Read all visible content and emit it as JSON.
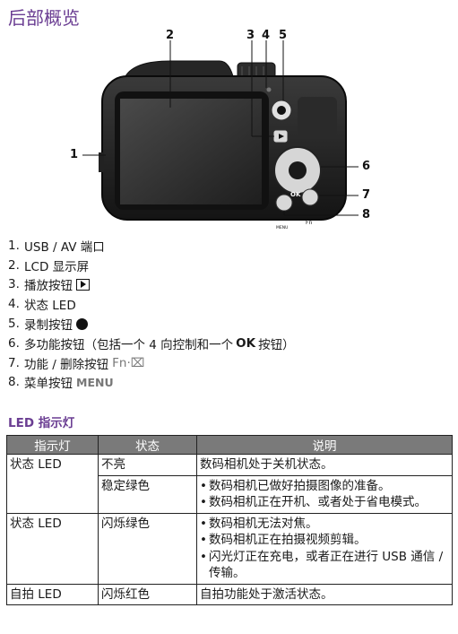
{
  "page": {
    "title": "后部概览",
    "subtitle": "LED 指示灯"
  },
  "diagram": {
    "callouts": [
      "1",
      "2",
      "3",
      "4",
      "5",
      "6",
      "7",
      "8"
    ],
    "button_labels": {
      "ok": "OK",
      "fn": "Fn",
      "menu": "MENU"
    }
  },
  "parts": [
    {
      "num": "1.",
      "text": "USB / AV 端口"
    },
    {
      "num": "2.",
      "text": "LCD 显示屏"
    },
    {
      "num": "3.",
      "text": "播放按钮"
    },
    {
      "num": "4.",
      "text": "状态 LED"
    },
    {
      "num": "5.",
      "text": "录制按钮"
    },
    {
      "num": "6.",
      "text_a": "多功能按钮（包括一个 4 向控制和一个",
      "ok": "OK",
      "text_b": "按钮）"
    },
    {
      "num": "7.",
      "text": "功能 / 删除按钮",
      "glyph": "Fn·⌧"
    },
    {
      "num": "8.",
      "text": "菜单按钮",
      "glyph": "MENU"
    }
  ],
  "table": {
    "headers": [
      "指示灯",
      "状态",
      "说明"
    ],
    "rows": [
      {
        "indicator": "状态 LED",
        "state": "不亮",
        "desc": "数码相机处于关机状态。"
      },
      {
        "indicator": "",
        "state": "稳定绿色",
        "bullets": [
          "数码相机已做好拍摄图像的准备。",
          "数码相机正在开机、或者处于省电模式。"
        ]
      },
      {
        "indicator": "状态 LED",
        "state": "闪烁绿色",
        "bullets": [
          "数码相机无法对焦。",
          "数码相机正在拍摄视频剪辑。",
          "闪光灯正在充电，或者正在进行 USB 通信 / 传输。"
        ]
      },
      {
        "indicator": "自拍 LED",
        "state": "闪烁红色",
        "desc": "自拍功能处于激活状态。"
      }
    ]
  }
}
